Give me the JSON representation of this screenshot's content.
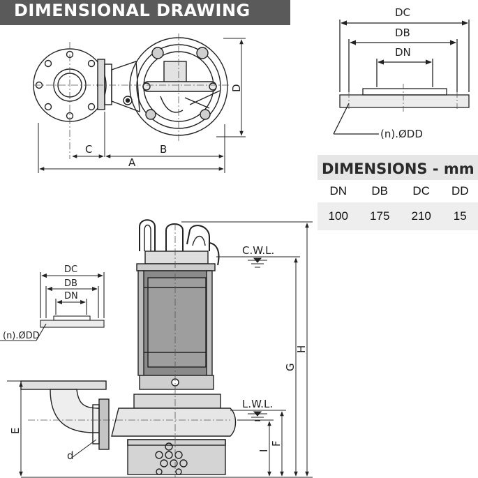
{
  "header": {
    "title": "DIMENSIONAL DRAWING"
  },
  "dimensions": {
    "title": "DIMENSIONS - mm",
    "columns": [
      "DN",
      "DB",
      "DC",
      "DD"
    ],
    "values": [
      "100",
      "175",
      "210",
      "15"
    ]
  },
  "labels": {
    "A": "A",
    "B": "B",
    "C": "C",
    "D": "D",
    "DC": "DC",
    "DB": "DB",
    "DN": "DN",
    "bolt_spec": "(n).ØDD",
    "cwl": "C.W.L.",
    "lwl": "L.W.L.",
    "E": "E",
    "F": "F",
    "G": "G",
    "H": "H",
    "I": "I",
    "d": "d"
  }
}
